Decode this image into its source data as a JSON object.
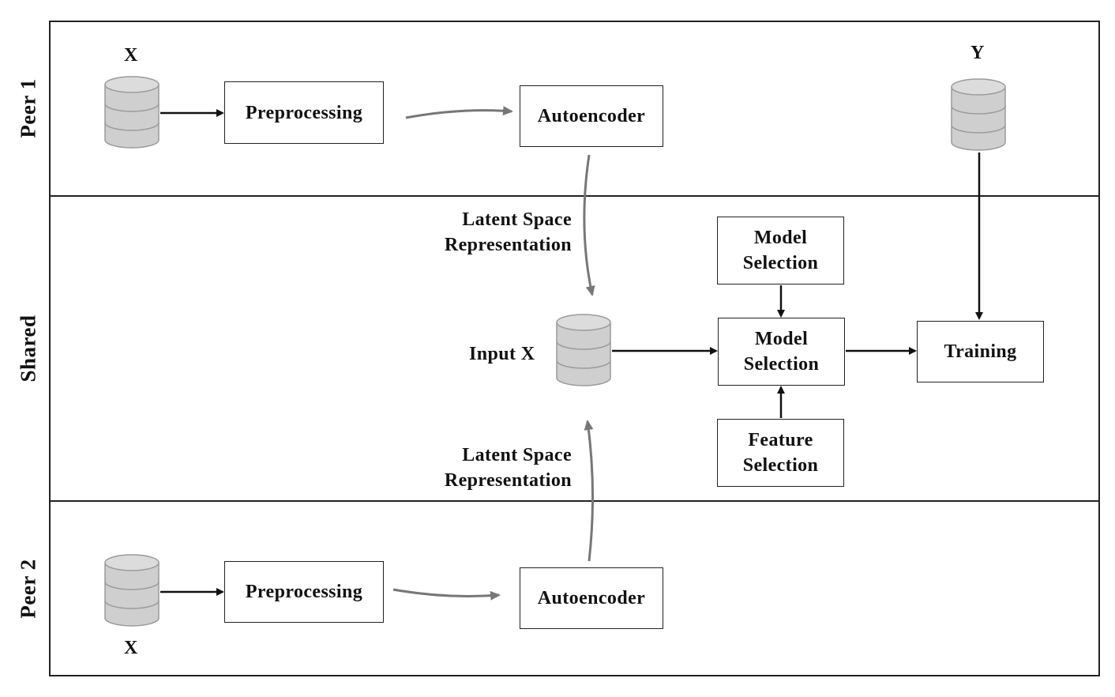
{
  "lanes": {
    "peer1": {
      "label": "Peer 1"
    },
    "shared": {
      "label": "Shared"
    },
    "peer2": {
      "label": "Peer 2"
    }
  },
  "peer1": {
    "x_label": "X",
    "y_label": "Y",
    "preprocessing": "Preprocessing",
    "autoencoder": "Autoencoder"
  },
  "shared": {
    "latent_top": [
      "Latent Space",
      "Representation"
    ],
    "latent_bottom": [
      "Latent Space",
      "Representation"
    ],
    "input_label": "Input X",
    "model_selection_top": [
      "Model",
      "Selection"
    ],
    "model_selection_center": [
      "Model",
      "Selection"
    ],
    "feature_selection": [
      "Feature",
      "Selection"
    ],
    "training": "Training"
  },
  "peer2": {
    "x_label": "X",
    "preprocessing": "Preprocessing",
    "autoencoder": "Autoencoder"
  },
  "colors": {
    "line": "#111111",
    "curved_arrow": "#777777",
    "database_fill": "#cfcfcf",
    "database_stroke": "#9a9a9a"
  }
}
